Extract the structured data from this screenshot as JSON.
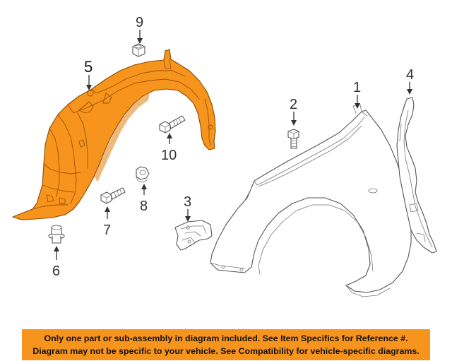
{
  "parts": [
    {
      "num": "1",
      "name": "fender"
    },
    {
      "num": "2",
      "name": "fender-bolt"
    },
    {
      "num": "3",
      "name": "fender-bracket"
    },
    {
      "num": "4",
      "name": "fender-insulator"
    },
    {
      "num": "5",
      "name": "fender-liner"
    },
    {
      "num": "6",
      "name": "liner-clip"
    },
    {
      "num": "7",
      "name": "liner-screw"
    },
    {
      "num": "8",
      "name": "liner-grommet"
    },
    {
      "num": "9",
      "name": "liner-nut"
    },
    {
      "num": "10",
      "name": "liner-bolt"
    }
  ],
  "colors": {
    "highlight": "#F7941D",
    "line": "#555555",
    "banner": "#F7941D"
  },
  "disclaimer": {
    "line1": "Only one part or sub-assembly in diagram included. See Item Specifics for Reference #.",
    "line2": "Diagram may not be specific to your vehicle. See Compatibility for vehicle-specific diagrams."
  }
}
